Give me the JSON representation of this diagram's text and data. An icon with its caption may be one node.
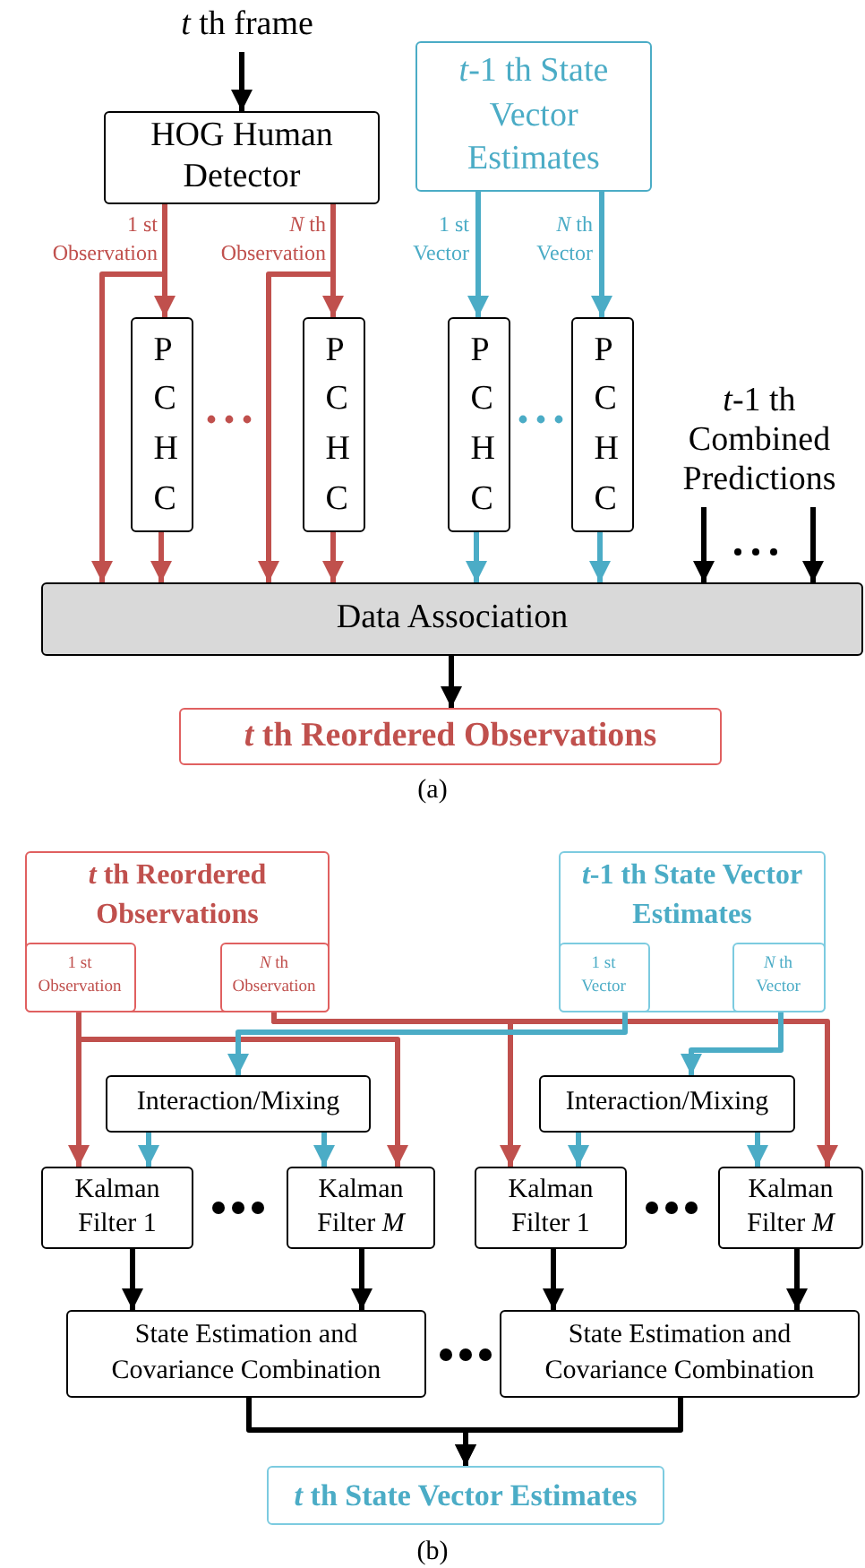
{
  "diagram": {
    "nodes": [
      {
        "text": [
          "*t* th frame"
        ]
      },
      {
        "text": [
          "HOG Human Detector"
        ]
      },
      {
        "text": [
          "*t*-1 th State Vector Estimates"
        ]
      },
      {
        "text": [
          "PCHC"
        ]
      },
      {
        "text": [
          "PCHC"
        ]
      },
      {
        "text": [
          "PCHC"
        ]
      },
      {
        "text": [
          "PCHC"
        ]
      },
      {
        "text": [
          "*t*-1 th Combined Predictions"
        ]
      },
      {
        "text": [
          "Data Association"
        ]
      },
      {
        "text": [
          "*t* th Reordered Observations"
        ]
      },
      {
        "text": [
          "*t* th Reordered Observations"
        ]
      },
      {
        "text": [
          "1 st Observation"
        ],
        "in": 10
      },
      {
        "text": [
          "*N* th Observation"
        ],
        "in": 10
      },
      {
        "text": [
          "*t*-1 th State Vector Estimates"
        ]
      },
      {
        "text": [
          "1 st Vector"
        ],
        "in": 13
      },
      {
        "text": [
          "*N* th Vector"
        ],
        "in": 13
      },
      {
        "text": [
          "Interaction/Mixing"
        ]
      },
      {
        "text": [
          "Interaction/Mixing"
        ]
      },
      {
        "text": [
          "Kalman Filter 1"
        ]
      },
      {
        "text": [
          "Kalman Filter *M*"
        ]
      },
      {
        "text": [
          "Kalman Filter 1"
        ]
      },
      {
        "text": [
          "Kalman Filter *M*"
        ]
      },
      {
        "text": [
          "State Estimation and Covariance Combination"
        ]
      },
      {
        "text": [
          "State Estimation and Covariance Combination"
        ]
      },
      {
        "text": [
          "*t* th State Vector Estimates"
        ]
      }
    ],
    "edges": [
      {
        "from": 0,
        "to": 1,
        "arrow": "to"
      },
      {
        "from": 1,
        "to": 3,
        "arrow": "to",
        "label": "1 st Observation",
        "color": "#c0504d"
      },
      {
        "from": 1,
        "to": 8,
        "arrow": "to",
        "color": "#c0504d"
      },
      {
        "from": 1,
        "to": 4,
        "arrow": "to",
        "label": "*N* th Observation",
        "color": "#c0504d"
      },
      {
        "from": 1,
        "to": 8,
        "arrow": "to",
        "color": "#c0504d"
      },
      {
        "from": 2,
        "to": 5,
        "arrow": "to",
        "label": "1 st Vector",
        "color": "#4bacc6"
      },
      {
        "from": 2,
        "to": 6,
        "arrow": "to",
        "label": "*N* th Vector",
        "color": "#4bacc6"
      },
      {
        "from": 3,
        "to": 8,
        "arrow": "to",
        "color": "#c0504d"
      },
      {
        "from": 4,
        "to": 8,
        "arrow": "to",
        "color": "#c0504d"
      },
      {
        "from": 5,
        "to": 8,
        "arrow": "to",
        "color": "#4bacc6"
      },
      {
        "from": 6,
        "to": 8,
        "arrow": "to",
        "color": "#4bacc6"
      },
      {
        "from": 7,
        "to": 8,
        "arrow": "to"
      },
      {
        "from": 7,
        "to": 8,
        "arrow": "to"
      },
      {
        "from": 8,
        "to": 9,
        "arrow": "to"
      },
      {
        "from": 11,
        "to": 18,
        "arrow": "to",
        "color": "#c0504d"
      },
      {
        "from": 11,
        "to": 19,
        "arrow": "to",
        "color": "#c0504d"
      },
      {
        "from": 12,
        "to": 20,
        "arrow": "to",
        "color": "#c0504d"
      },
      {
        "from": 12,
        "to": 21,
        "arrow": "to",
        "color": "#c0504d"
      },
      {
        "from": 14,
        "to": 16,
        "arrow": "to",
        "color": "#4bacc6"
      },
      {
        "from": 15,
        "to": 17,
        "arrow": "to",
        "color": "#4bacc6"
      },
      {
        "from": 16,
        "to": 18,
        "arrow": "to",
        "color": "#4bacc6"
      },
      {
        "from": 16,
        "to": 19,
        "arrow": "to",
        "color": "#4bacc6"
      },
      {
        "from": 17,
        "to": 20,
        "arrow": "to",
        "color": "#4bacc6"
      },
      {
        "from": 17,
        "to": 21,
        "arrow": "to",
        "color": "#4bacc6"
      },
      {
        "from": 18,
        "to": 22,
        "arrow": "to"
      },
      {
        "from": 19,
        "to": 22,
        "arrow": "to"
      },
      {
        "from": 20,
        "to": 23,
        "arrow": "to"
      },
      {
        "from": 21,
        "to": 23,
        "arrow": "to"
      },
      {
        "from": 22,
        "to": 24,
        "arrow": "to"
      },
      {
        "from": 23,
        "to": 24,
        "arrow": "to"
      }
    ],
    "labels": [
      "(a)",
      "(b)"
    ]
  }
}
